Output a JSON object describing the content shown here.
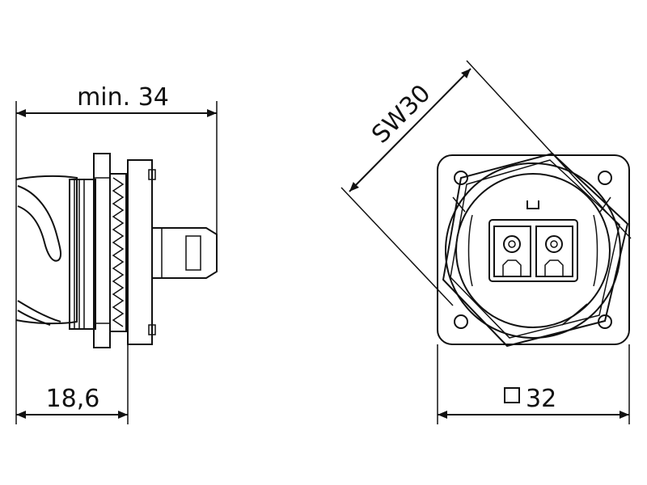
{
  "dimensions": {
    "min_length": "min. 34",
    "depth": "18,6",
    "wrench_size": "SW30",
    "flange_size": "32"
  },
  "icons": {
    "square_symbol": "square-outline-icon"
  },
  "colors": {
    "line": "#111111",
    "background": "#ffffff"
  }
}
